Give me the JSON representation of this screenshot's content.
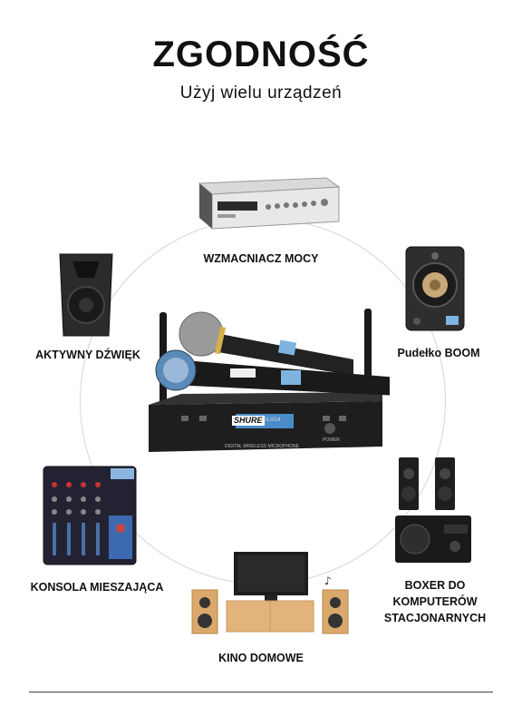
{
  "header": {
    "title": "ZGODNOŚĆ",
    "subtitle": "Użyj wielu urządzeń"
  },
  "devices": [
    {
      "label": "WZMACNIACZ MOCY",
      "icon": "power-amplifier-icon"
    },
    {
      "label": "AKTYWNY DŹWIĘK",
      "icon": "active-speaker-icon"
    },
    {
      "label": "Pudełko BOOM",
      "icon": "boom-box-icon"
    },
    {
      "label": "KONSOLA MIESZAJĄCA",
      "icon": "mixing-console-icon"
    },
    {
      "label": "BOXER DO",
      "label2": "KOMPUTERÓW",
      "label3": "STACJONARNYCH",
      "icon": "pc-speakers-icon"
    },
    {
      "label": "KINO DOMOWE",
      "icon": "home-cinema-icon"
    }
  ],
  "product": {
    "brand": "SHURE",
    "model": "GLXD4",
    "panel_text": "DIGITAL WIRELESS MICROPHONE",
    "power_label": "POWER"
  }
}
